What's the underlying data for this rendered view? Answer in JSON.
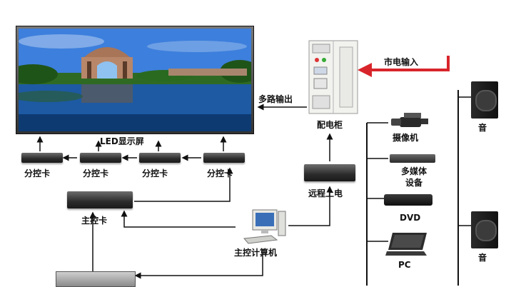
{
  "diagram": {
    "led_screen_label": "LED显示屏",
    "multi_output_label": "多路输出",
    "mains_input_label": "市电输入",
    "distribution_cabinet_label": "配电柜",
    "remote_power_label": "远程上电",
    "sub_control_labels": [
      "分控卡",
      "分控卡",
      "分控卡",
      "分控卡"
    ],
    "main_control_label": "主控卡",
    "main_computer_label": "主控计算机",
    "sources": [
      {
        "label": "摄像机",
        "icon": "camera-icon"
      },
      {
        "label": "多媒体\n设备",
        "icon": "media-device-icon"
      },
      {
        "label": "DVD",
        "icon": "dvd-player-icon"
      },
      {
        "label": "PC",
        "icon": "laptop-icon"
      }
    ],
    "speaker_labels": [
      "音",
      "音"
    ],
    "colors": {
      "arrow_red": "#d8252b",
      "line": "#111111"
    }
  }
}
